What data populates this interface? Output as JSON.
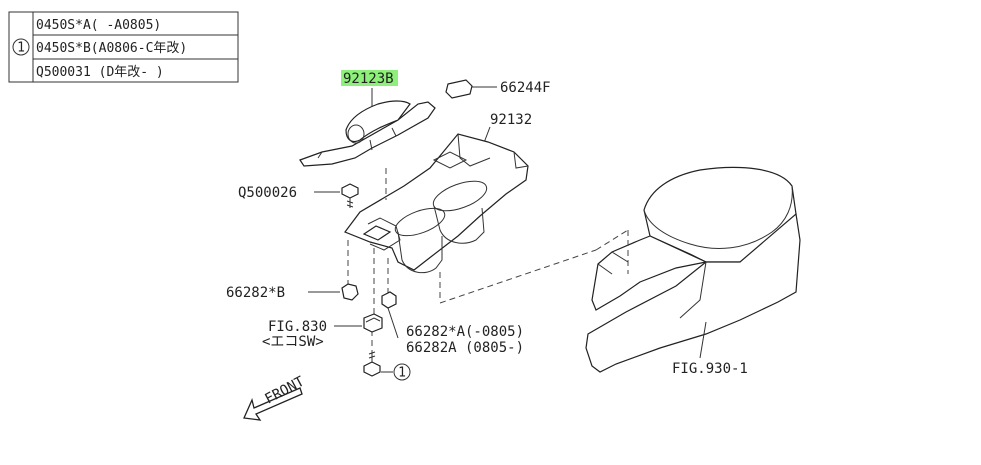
{
  "table": {
    "circle_ref": "1",
    "rows": [
      "0450S*A(     -A0805)",
      "0450S*B(A0806-C年改)",
      "Q500031 (D年改-     )"
    ]
  },
  "callouts": {
    "p_92123B": "92123B",
    "p_66244F": "66244F",
    "p_92132": "92132",
    "p_Q500026": "Q500026",
    "p_66282B": "66282*B",
    "p_fig830": "FIG.830",
    "p_fig830_sub": "<エコSW>",
    "p_66282A_1": "66282*A(-0805)",
    "p_66282A_2": "66282A (0805-)",
    "p_fig930": "FIG.930-1",
    "circle_ref_2": "1",
    "front": "FRONT"
  },
  "colors": {
    "highlight": "#8ef07a",
    "line": "#222222"
  }
}
